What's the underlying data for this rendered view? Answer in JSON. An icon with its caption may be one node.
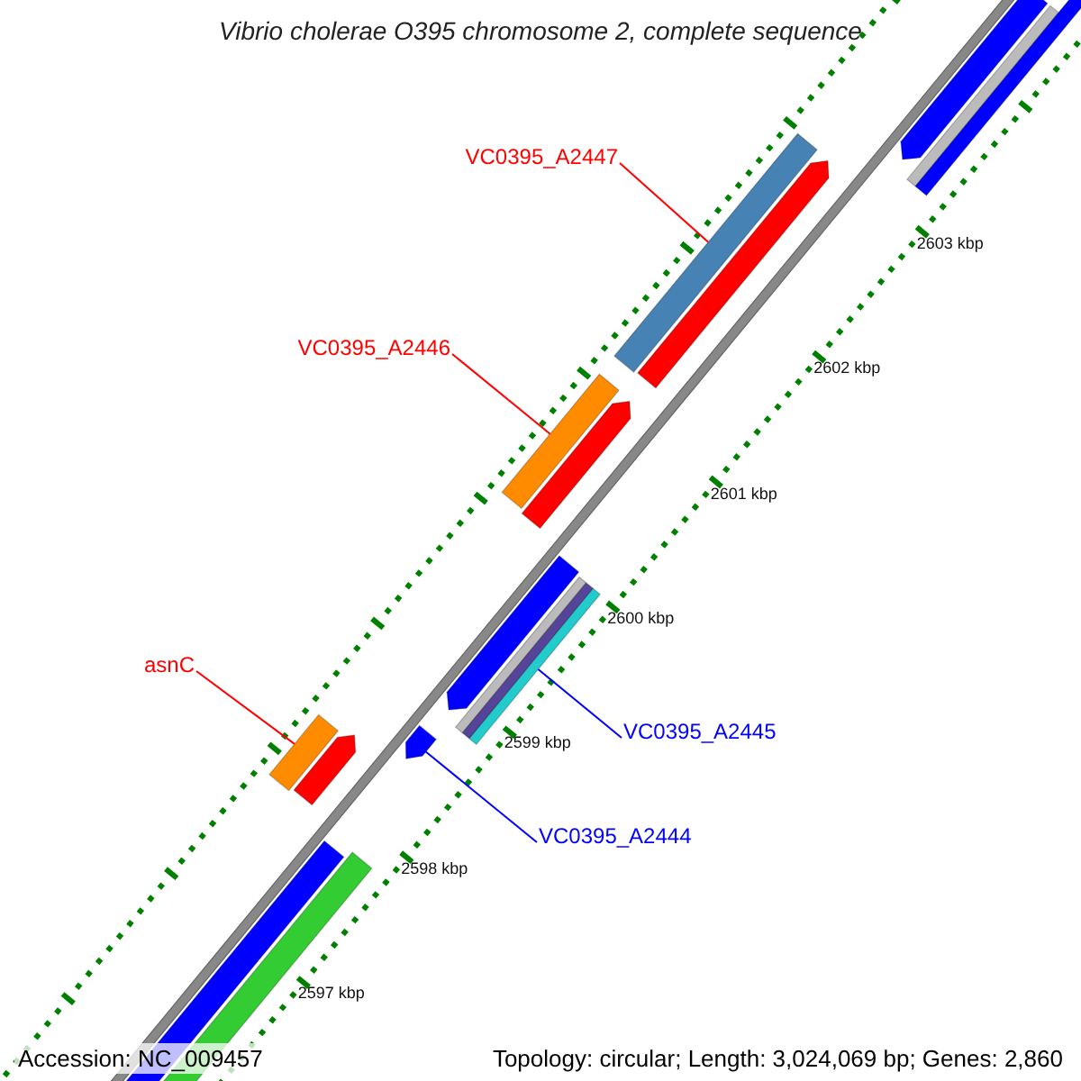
{
  "diagram": {
    "title": "Vibrio cholerae O395 chromosome 2, complete sequence",
    "nodes": [
      {
        "text": [
          "VC0395_A2447"
        ]
      },
      {
        "text": [],
        "shape": "bar"
      },
      {
        "text": [
          "VC0395_A2446"
        ]
      },
      {
        "text": [],
        "shape": "bar"
      },
      {
        "text": [
          "asnC"
        ]
      },
      {
        "text": [],
        "shape": "bar"
      },
      {
        "text": [
          "VC0395_A2445"
        ]
      },
      {
        "text": [],
        "shape": "bar"
      },
      {
        "text": [
          "VC0395_A2444"
        ]
      },
      {
        "text": [],
        "shape": "bar"
      }
    ],
    "edges": [
      {
        "from": 0,
        "to": 1,
        "arrow": "none"
      },
      {
        "from": 2,
        "to": 3,
        "arrow": "none"
      },
      {
        "from": 4,
        "to": 5,
        "arrow": "none"
      },
      {
        "from": 6,
        "to": 7,
        "arrow": "none",
        "color": "#0000ff"
      },
      {
        "from": 8,
        "to": 9,
        "arrow": "none",
        "color": "#0000ff"
      }
    ],
    "labels": [
      "2603 kbp",
      "2602 kbp",
      "2601 kbp",
      "2600 kbp",
      "2599 kbp",
      "2598 kbp",
      "2597 kbp",
      "Accession: NC_009457",
      "Topology: circular; Length: 3,024,069 bp; Genes: 2,860"
    ]
  }
}
